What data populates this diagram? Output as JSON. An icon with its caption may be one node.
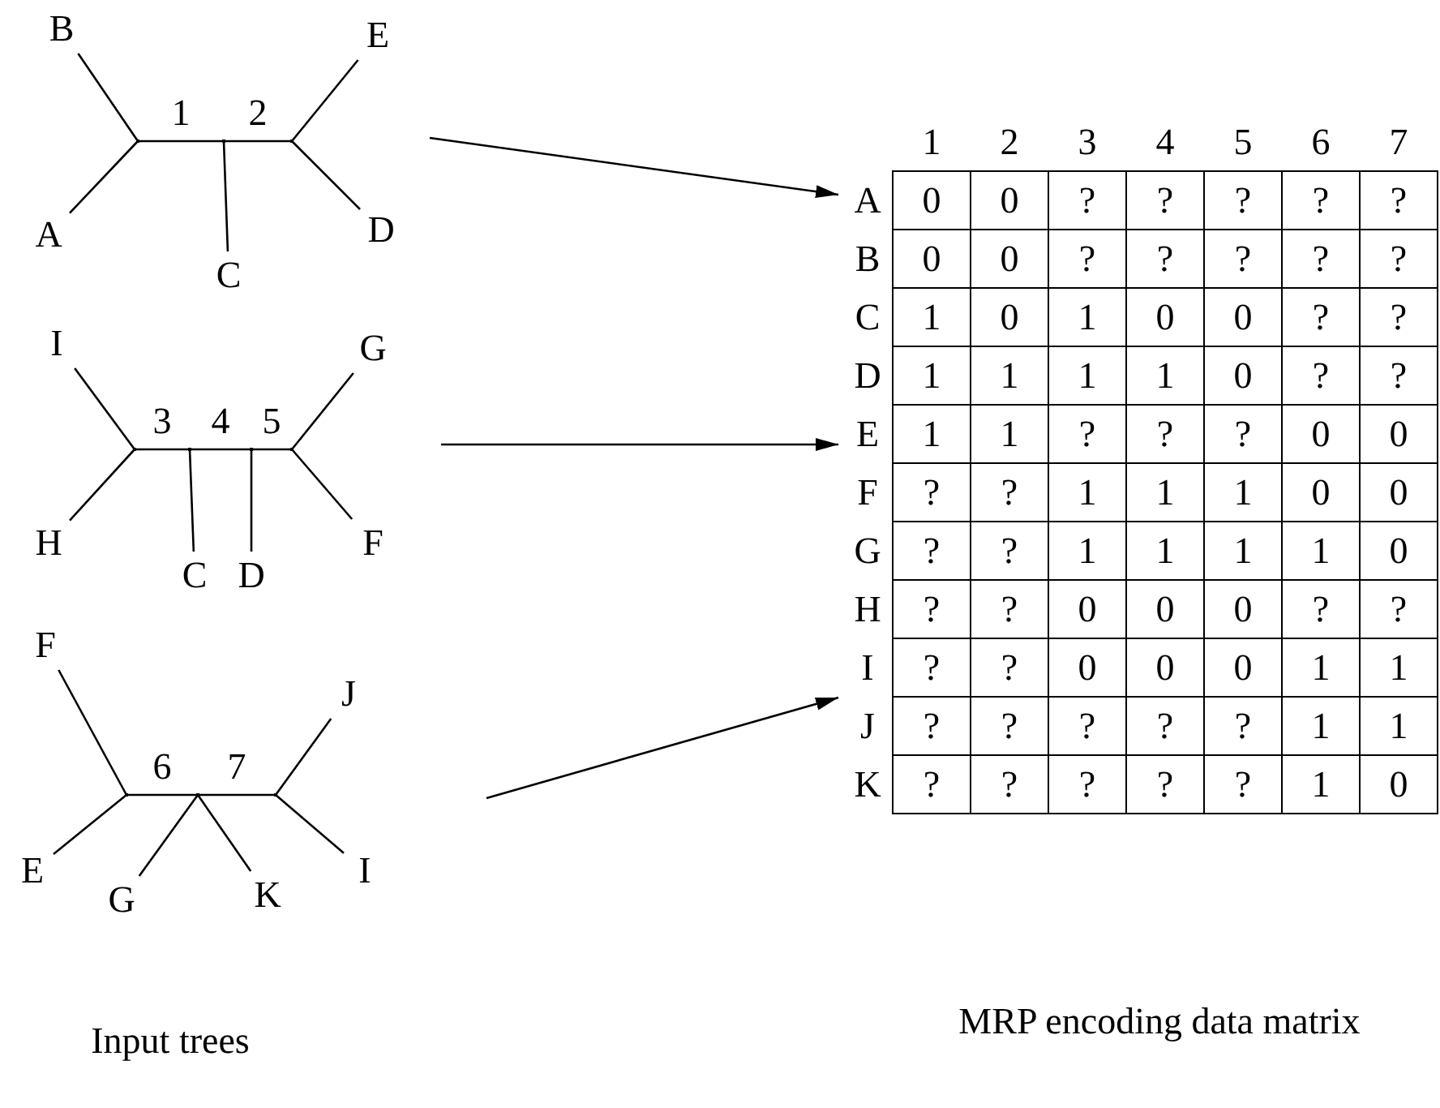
{
  "diagram": {
    "nodes": [
      {
        "text": [
          "B"
        ]
      },
      {
        "text": [
          "E"
        ]
      },
      {
        "text": [],
        "shape": "point"
      },
      {
        "text": [],
        "shape": "point"
      },
      {
        "text": [],
        "shape": "point"
      },
      {
        "text": [
          "A"
        ]
      },
      {
        "text": [
          "D"
        ]
      },
      {
        "text": [
          "C"
        ]
      },
      {
        "text": [
          "I"
        ]
      },
      {
        "text": [
          "G"
        ]
      },
      {
        "text": [],
        "shape": "point"
      },
      {
        "text": [],
        "shape": "point"
      },
      {
        "text": [],
        "shape": "point"
      },
      {
        "text": [],
        "shape": "point"
      },
      {
        "text": [
          "H"
        ]
      },
      {
        "text": [
          "F"
        ]
      },
      {
        "text": [
          "C"
        ]
      },
      {
        "text": [
          "D"
        ]
      },
      {
        "text": [
          "F"
        ]
      },
      {
        "text": [
          "J"
        ]
      },
      {
        "text": [],
        "shape": "point"
      },
      {
        "text": [],
        "shape": "point"
      },
      {
        "text": [],
        "shape": "point"
      },
      {
        "text": [
          "E"
        ]
      },
      {
        "text": [
          "I"
        ]
      },
      {
        "text": [
          "G"
        ]
      },
      {
        "text": [
          "K"
        ]
      },
      {
        "text": [],
        "shape": "box"
      }
    ],
    "edges": [
      {
        "from": 2,
        "to": 0,
        "arrow": "none"
      },
      {
        "from": 2,
        "to": 5,
        "arrow": "none"
      },
      {
        "from": 2,
        "to": 3,
        "arrow": "none",
        "label": "1"
      },
      {
        "from": 3,
        "to": 7,
        "arrow": "none"
      },
      {
        "from": 3,
        "to": 4,
        "arrow": "none",
        "label": "2"
      },
      {
        "from": 4,
        "to": 1,
        "arrow": "none"
      },
      {
        "from": 4,
        "to": 6,
        "arrow": "none"
      },
      {
        "from": 10,
        "to": 8,
        "arrow": "none"
      },
      {
        "from": 10,
        "to": 14,
        "arrow": "none"
      },
      {
        "from": 10,
        "to": 11,
        "arrow": "none",
        "label": "3"
      },
      {
        "from": 11,
        "to": 16,
        "arrow": "none"
      },
      {
        "from": 11,
        "to": 12,
        "arrow": "none",
        "label": "4"
      },
      {
        "from": 12,
        "to": 17,
        "arrow": "none"
      },
      {
        "from": 12,
        "to": 13,
        "arrow": "none",
        "label": "5"
      },
      {
        "from": 13,
        "to": 9,
        "arrow": "none"
      },
      {
        "from": 13,
        "to": 15,
        "arrow": "none"
      },
      {
        "from": 20,
        "to": 18,
        "arrow": "none"
      },
      {
        "from": 20,
        "to": 23,
        "arrow": "none"
      },
      {
        "from": 20,
        "to": 21,
        "arrow": "none",
        "label": "6"
      },
      {
        "from": 21,
        "to": 25,
        "arrow": "none"
      },
      {
        "from": 21,
        "to": 26,
        "arrow": "none"
      },
      {
        "from": 21,
        "to": 22,
        "arrow": "none",
        "label": "7"
      },
      {
        "from": 22,
        "to": 19,
        "arrow": "none"
      },
      {
        "from": 22,
        "to": 24,
        "arrow": "none"
      },
      {
        "from": null,
        "to": 27,
        "arrow": "to"
      },
      {
        "from": null,
        "to": 27,
        "arrow": "to"
      },
      {
        "from": null,
        "to": 27,
        "arrow": "to"
      }
    ],
    "labels": [
      "1",
      "2",
      "3",
      "4",
      "5",
      "6",
      "7",
      "A",
      "0",
      "0",
      "?",
      "?",
      "?",
      "?",
      "?",
      "B",
      "0",
      "0",
      "?",
      "?",
      "?",
      "?",
      "?",
      "C",
      "1",
      "0",
      "1",
      "0",
      "0",
      "?",
      "?",
      "D",
      "1",
      "1",
      "1",
      "1",
      "0",
      "?",
      "?",
      "E",
      "1",
      "1",
      "?",
      "?",
      "?",
      "0",
      "0",
      "F",
      "?",
      "?",
      "1",
      "1",
      "1",
      "0",
      "0",
      "G",
      "?",
      "?",
      "1",
      "1",
      "1",
      "1",
      "0",
      "H",
      "?",
      "?",
      "0",
      "0",
      "0",
      "?",
      "?",
      "I",
      "?",
      "?",
      "0",
      "0",
      "0",
      "1",
      "1",
      "J",
      "?",
      "?",
      "?",
      "?",
      "?",
      "1",
      "1",
      "K",
      "?",
      "?",
      "?",
      "?",
      "?",
      "1",
      "0",
      "Input trees",
      "MRP encoding data matrix"
    ]
  }
}
